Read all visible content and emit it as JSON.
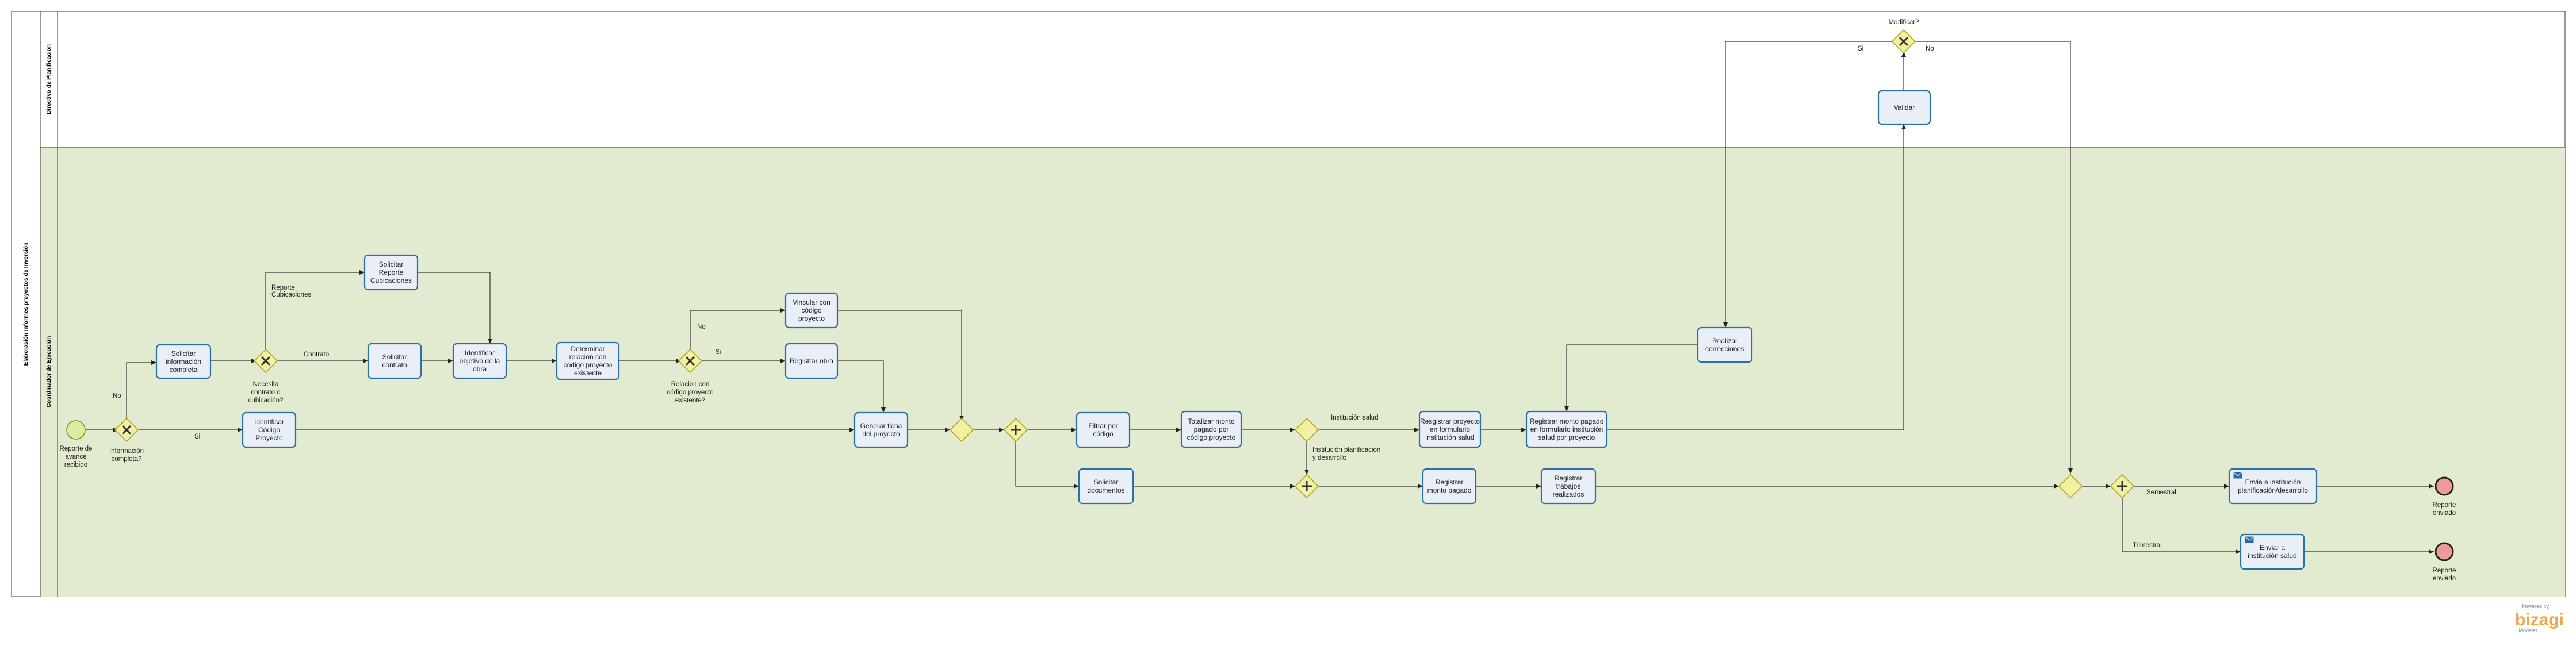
{
  "pool": {
    "label": "Elaboración Informes proyectos de Inversión"
  },
  "lanes": [
    {
      "id": "planificacion",
      "label": "Directivo de Planificación"
    },
    {
      "id": "ejecucion",
      "label": "Coordinador de Ejecución"
    }
  ],
  "events": {
    "start": {
      "label": [
        "Reporte de",
        "avance",
        "recibido"
      ]
    },
    "end1": {
      "label": [
        "Reporte",
        "enviado"
      ]
    },
    "end2": {
      "label": [
        "Reporte",
        "enviado"
      ]
    }
  },
  "tasks": {
    "solicitar_info": {
      "label": [
        "Solicitar",
        "información",
        "completa"
      ]
    },
    "identificar_codigo": {
      "label": [
        "Identificar",
        "Código",
        "Proyecto"
      ]
    },
    "solicitar_cubicaciones": {
      "label": [
        "Solicitar",
        "Reporte",
        "Cubicaciones"
      ]
    },
    "solicitar_contrato": {
      "label": [
        "Solicitar",
        "contrato"
      ]
    },
    "identificar_objetivo": {
      "label": [
        "Identificar",
        "objetivo de la",
        "obra"
      ]
    },
    "determinar_relacion": {
      "label": [
        "Determinar",
        "relación con",
        "código proyecto",
        "existente"
      ]
    },
    "vincular_codigo": {
      "label": [
        "Vincular con",
        "código",
        "proyecto"
      ]
    },
    "registrar_obra": {
      "label": [
        "Registrar obra"
      ]
    },
    "generar_ficha": {
      "label": [
        "Generar ficha",
        "del proyecto"
      ]
    },
    "filtrar_codigo": {
      "label": [
        "Filtrar por",
        "código"
      ]
    },
    "solicitar_documentos": {
      "label": [
        "Solicitar",
        "documentos"
      ]
    },
    "totalizar_monto": {
      "label": [
        "Totalizar monto",
        "pagado por",
        "código proyecto"
      ]
    },
    "registrar_formulario": {
      "label": [
        "Resgistrar proyecto",
        "en formulario",
        "institución salud"
      ]
    },
    "registrar_monto_formulario": {
      "label": [
        "Registrar monto pagado",
        "en formulario institución",
        "salud  por proyecto"
      ]
    },
    "registrar_monto": {
      "label": [
        "Registrar",
        "monto pagado"
      ]
    },
    "registrar_trabajos": {
      "label": [
        "Registrar",
        "trabajos",
        "realizados"
      ]
    },
    "realizar_correcciones": {
      "label": [
        "Realizar",
        "correcciones"
      ]
    },
    "validar": {
      "label": [
        "Validar"
      ]
    },
    "enviar_planificacion": {
      "label": [
        "Envia a  institución",
        "planificación/desarrollo"
      ]
    },
    "enviar_salud": {
      "label": [
        "Enviar a",
        "institución salud"
      ]
    }
  },
  "gateway_labels": {
    "info_completa": [
      "Información",
      "completa?"
    ],
    "necesita": [
      "Necesita",
      "contrato o",
      "cubicación?"
    ],
    "relacion": [
      "Relacion con",
      "código proyecto",
      "existente?"
    ],
    "modificar": [
      "Modificar?"
    ]
  },
  "flow_labels": {
    "no_info": "No",
    "si_info": "Si",
    "reporte_cub": [
      "Reporte",
      "Cubicaciones"
    ],
    "contrato": "Contrato",
    "no_rel": "No",
    "si_rel": "Si",
    "inst_salud": "Institución salud",
    "inst_plan": [
      "Institución planificación",
      "y desarrollo"
    ],
    "si_mod": "Si",
    "no_mod": "No",
    "semestral": "Semestral",
    "trimestral": "Trimestral"
  },
  "brand": {
    "small": "Powered by",
    "big": "bizagi",
    "sub": "Modeler"
  },
  "colors": {
    "lane_exec_fill": "#e2eacf",
    "task_fill": "#e9eef7",
    "task_stroke": "#2a6fa8",
    "gateway_fill": "#f2f0a2",
    "gateway_stroke": "#b3a32c",
    "start_fill": "#dbeea0",
    "end_fill": "#ef9a9a",
    "brand": "#f0a54a"
  }
}
